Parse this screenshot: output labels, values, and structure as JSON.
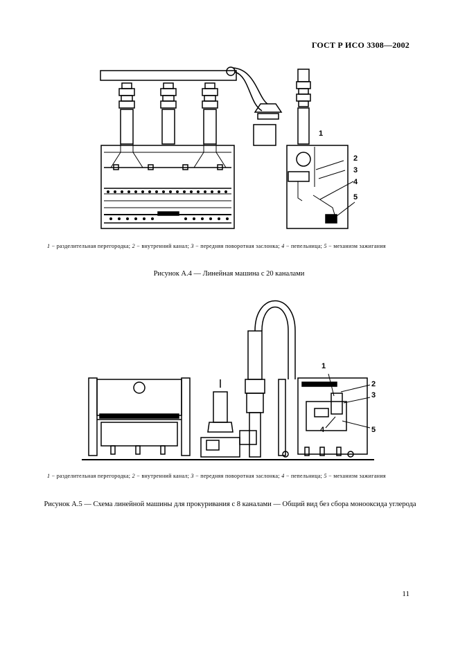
{
  "header": {
    "standard": "ГОСТ Р ИСО 3308—2002"
  },
  "figure_a4": {
    "labels": [
      "1",
      "2",
      "3",
      "4",
      "5"
    ],
    "legend": {
      "n1": "1",
      "t1": " − разделительная перегородка; ",
      "n2": "2",
      "t2": " − внутренний канал; ",
      "n3": "3",
      "t3": " − передняя поворотная заслонка; ",
      "n4": "4",
      "t4": " − пепельница; ",
      "n5": "5",
      "t5": " − механизм зажигания"
    },
    "caption": "Рисунок А.4 — Линейная машина с 20 каналами"
  },
  "figure_a5": {
    "labels": [
      "1",
      "2",
      "3",
      "4",
      "5"
    ],
    "legend": {
      "n1": "1",
      "t1": " − разделительная перегородка; ",
      "n2": "2",
      "t2": " − внутренний канал; ",
      "n3": "3",
      "t3": " − передняя поворотная заслонка; ",
      "n4": "4",
      "t4": " − пепельница; ",
      "n5": "5",
      "t5": " − механизм зажигания"
    },
    "caption": "Рисунок А.5 — Схема линейной машины для прокуривания с 8 каналами — Общий вид без сбора монооксида углерода"
  },
  "page_number": "11"
}
